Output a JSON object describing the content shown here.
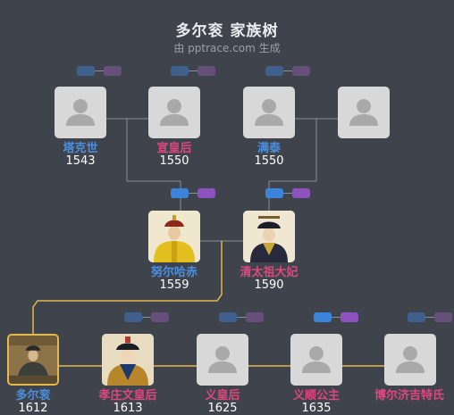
{
  "title": "多尔衮 家族树",
  "subtitle": "由 pptrace.com 生成",
  "people": [
    {
      "id": "p1",
      "name": "塔克世",
      "year": "1543",
      "sex": "m",
      "photo": "placeholder-avatar-icon"
    },
    {
      "id": "p2",
      "name": "宣皇后",
      "year": "1550",
      "sex": "f",
      "photo": "placeholder-avatar-icon"
    },
    {
      "id": "p3",
      "name": "满泰",
      "year": "1550",
      "sex": "m",
      "photo": "placeholder-avatar-icon"
    },
    {
      "id": "p4",
      "name": "",
      "year": "",
      "sex": "f",
      "photo": "placeholder-avatar-icon"
    },
    {
      "id": "p5",
      "name": "努尔哈赤",
      "year": "1559",
      "sex": "m",
      "photo": "portrait-emperor-icon"
    },
    {
      "id": "p6",
      "name": "清太祖大妃",
      "year": "1590",
      "sex": "f",
      "photo": "portrait-empress-icon"
    },
    {
      "id": "p7",
      "name": "多尔衮",
      "year": "1612",
      "sex": "m",
      "photo": "portrait-seated-man-icon",
      "highlight": true
    },
    {
      "id": "p8",
      "name": "孝庄文皇后",
      "year": "1613",
      "sex": "f",
      "photo": "portrait-empress-icon"
    },
    {
      "id": "p9",
      "name": "义皇后",
      "year": "1625",
      "sex": "f",
      "photo": "placeholder-avatar-icon"
    },
    {
      "id": "p10",
      "name": "义顺公主",
      "year": "1635",
      "sex": "f",
      "photo": "placeholder-avatar-icon"
    },
    {
      "id": "p11",
      "name": "博尔济吉特氏",
      "year": "",
      "sex": "f",
      "photo": "placeholder-avatar-icon"
    }
  ],
  "colors": {
    "male": "#4a90e2",
    "female": "#e0477f",
    "line": "#8a8f97",
    "highlight": "#e4b84a",
    "background": "#3f434b"
  }
}
